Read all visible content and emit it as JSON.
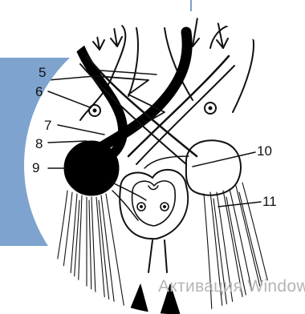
{
  "diagram": {
    "labels": {
      "l5": "5",
      "l6": "6",
      "l7": "7",
      "l8": "8",
      "l9": "9",
      "l10": "10",
      "l11": "11"
    }
  },
  "watermark": {
    "text": "Активация Windows"
  },
  "colors": {
    "panel": "#7ea3cf",
    "ink": "#111111",
    "watermark": "#b5b5b5"
  }
}
